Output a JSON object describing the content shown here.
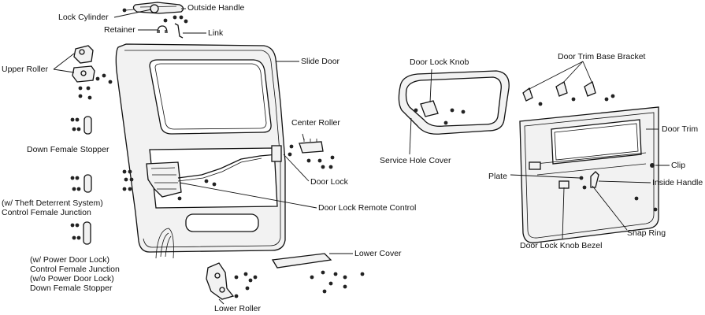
{
  "labels": {
    "outside_handle": "Outside Handle",
    "lock_cylinder": "Lock Cylinder",
    "retainer": "Retainer",
    "link": "Link",
    "upper_roller": "Upper Roller",
    "slide_door": "Slide Door",
    "down_female_stopper": "Down Female Stopper",
    "center_roller": "Center Roller",
    "door_lock": "Door Lock",
    "theft_note": "(w/ Theft Deterrent System)",
    "control_female_junction": "Control Female Junction",
    "door_lock_remote_control": "Door Lock Remote Control",
    "power_note": "(w/ Power Door Lock)",
    "control_female_junction_2": "Control Female Junction",
    "no_power_note": "(w/o Power Door Lock)",
    "down_female_stopper_2": "Down Female Stopper",
    "lower_cover": "Lower Cover",
    "lower_roller": "Lower Roller",
    "door_lock_knob": "Door Lock Knob",
    "service_hole_cover": "Service Hole Cover",
    "door_trim_base_bracket": "Door Trim Base Bracket",
    "door_trim": "Door Trim",
    "clip": "Clip",
    "plate": "Plate",
    "inside_handle": "Inside Handle",
    "snap_ring": "Snap Ring",
    "door_lock_knob_bezel": "Door Lock Knob Bezel"
  }
}
